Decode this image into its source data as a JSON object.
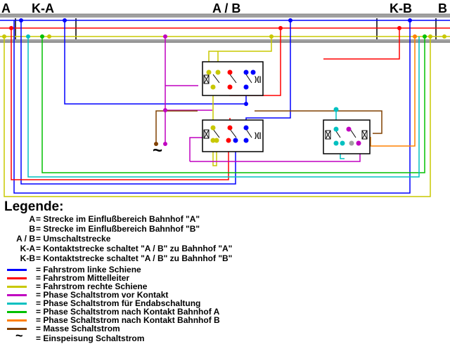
{
  "labels": {
    "a": "A",
    "ka": "K-A",
    "ab": "A / B",
    "kb": "K-B",
    "b": "B",
    "tilde": "~"
  },
  "colors": {
    "blue": "#0000ff",
    "red": "#ff0000",
    "yellow": "#c8c800",
    "purple": "#c000c0",
    "cyan": "#00c0c0",
    "green": "#00c000",
    "orange": "#ff8000",
    "brown": "#804000",
    "gray": "#a0a0a0"
  },
  "legend": {
    "title": "Legende:",
    "segments": [
      {
        "key": "A",
        "text": "= Strecke im Einflußbereich Bahnhof \"A\""
      },
      {
        "key": "B",
        "text": "= Strecke im Einflußbereich Bahnhof \"B\""
      },
      {
        "key": "A / B",
        "text": "= Umschaltstrecke"
      },
      {
        "key": "K-A",
        "text": "= Kontaktstrecke schaltet \"A / B\" zu Bahnhof \"A\""
      },
      {
        "key": "K-B",
        "text": "= Kontaktstrecke schaltet \"A / B\" zu Bahnhof \"B\""
      }
    ],
    "wires": [
      {
        "color": "#0000ff",
        "text": "= Fahrstrom linke Schiene"
      },
      {
        "color": "#ff0000",
        "text": "= Fahrstrom Mittelleiter"
      },
      {
        "color": "#c8c800",
        "text": "= Fahrstrom rechte Schiene"
      },
      {
        "color": "#c000c0",
        "text": "= Phase Schaltstrom vor Kontakt"
      },
      {
        "color": "#00c0c0",
        "text": "= Phase Schaltstrom für Endabschaltung"
      },
      {
        "color": "#00c000",
        "text": "= Phase Schaltstrom nach Kontakt Bahnhof A"
      },
      {
        "color": "#ff8000",
        "text": "= Phase Schaltstrom nach Kontakt Bahnhof B"
      },
      {
        "color": "#804000",
        "text": "= Masse Schaltstrom"
      }
    ],
    "supply": {
      "symbol": "~",
      "text": "= Einspeisung Schaltstrom"
    }
  }
}
